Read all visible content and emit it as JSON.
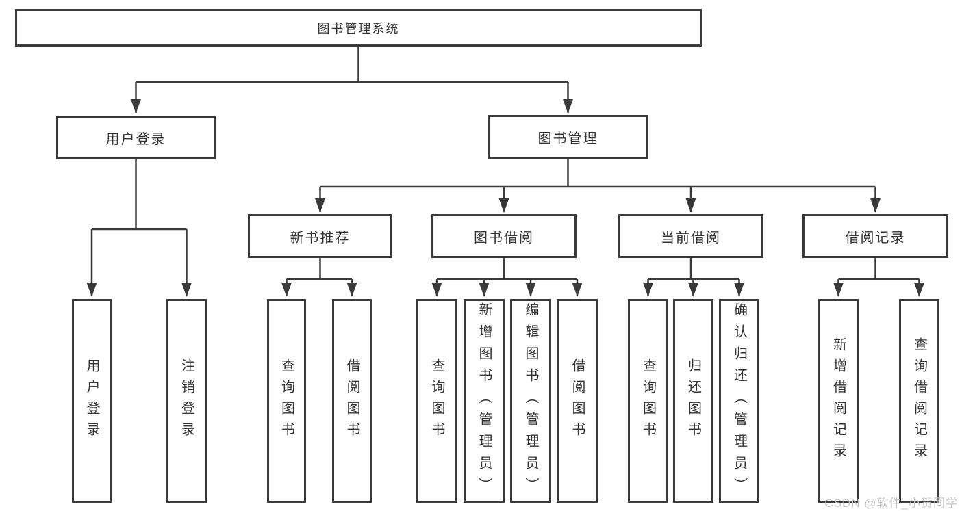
{
  "tree": {
    "label": "图书管理系统",
    "children": [
      {
        "label": "用户登录",
        "children": [
          {
            "label": "用户登录"
          },
          {
            "label": "注销登录"
          }
        ]
      },
      {
        "label": "图书管理",
        "children": [
          {
            "label": "新书推荐",
            "children": [
              {
                "label": "查询图书"
              },
              {
                "label": "借阅图书"
              }
            ]
          },
          {
            "label": "图书借阅",
            "children": [
              {
                "label": "查询图书"
              },
              {
                "label": "新增图书（管理员）"
              },
              {
                "label": "编辑图书（管理员）"
              },
              {
                "label": "借阅图书"
              }
            ]
          },
          {
            "label": "当前借阅",
            "children": [
              {
                "label": "查询图书"
              },
              {
                "label": "归还图书"
              },
              {
                "label": "确认归还（管理员）"
              }
            ]
          },
          {
            "label": "借阅记录",
            "children": [
              {
                "label": "新增借阅记录"
              },
              {
                "label": "查询借阅记录"
              }
            ]
          }
        ]
      }
    ]
  },
  "watermark": {
    "text": "CSDN @软件_小贺同学"
  },
  "colors": {
    "line": "#3a3a3a",
    "text": "#333333",
    "background": "#ffffff",
    "watermark": "#c6c6c6"
  }
}
